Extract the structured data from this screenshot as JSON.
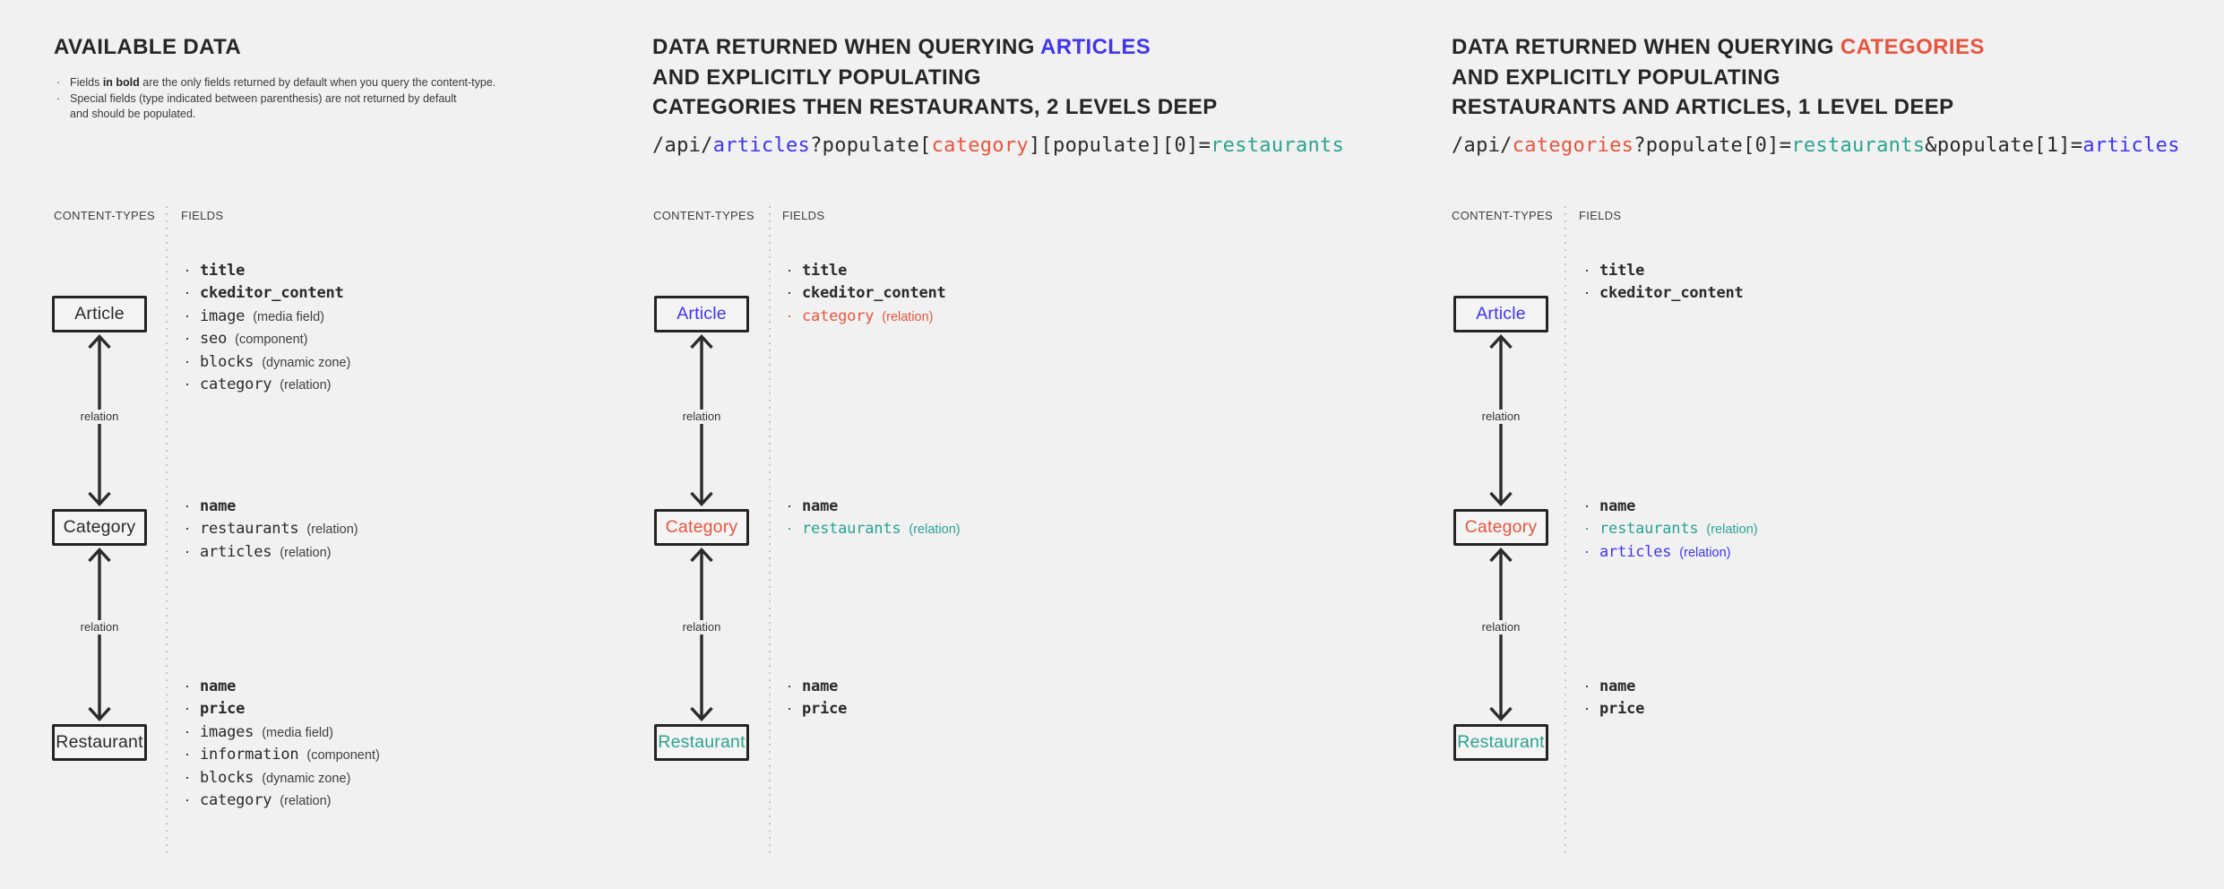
{
  "colors": {
    "background": "#f1f1f1",
    "ink": "#2a2a2a",
    "muted": "#3f3f3f",
    "blue": "#4035f0",
    "red": "#e8553f",
    "teal": "#2aa48e",
    "arrow": "#2b2b2b",
    "border": "#242424",
    "divider": "#c6c6c6"
  },
  "shared": {
    "content_types_label": "CONTENT-TYPES",
    "fields_label": "FIELDS",
    "relation_label": "relation",
    "bullet_glyph": "·"
  },
  "panels": [
    {
      "key": "available-data",
      "title": [
        [
          {
            "text": "AVAILABLE DATA"
          }
        ]
      ],
      "notes": [
        {
          "parts": [
            {
              "text": "Fields "
            },
            {
              "text": "in bold",
              "bold": true
            },
            {
              "text": " are the only fields returned by default when you query the content-type."
            }
          ]
        },
        {
          "parts": [
            {
              "text": "Special fields (type indicated between parenthesis) are not returned by default\nand should be populated."
            }
          ]
        }
      ],
      "url": null,
      "boxes": [
        {
          "label": "Article",
          "color": "ink"
        },
        {
          "label": "Category",
          "color": "ink"
        },
        {
          "label": "Restaurant",
          "color": "ink"
        }
      ],
      "field_groups": [
        {
          "items": [
            {
              "name": "title",
              "bold": true
            },
            {
              "name": "ckeditor_content",
              "bold": true
            },
            {
              "name": "image",
              "type": "(media field)"
            },
            {
              "name": "seo",
              "type": "(component)"
            },
            {
              "name": "blocks",
              "type": "(dynamic zone)"
            },
            {
              "name": "category",
              "type": "(relation)"
            }
          ]
        },
        {
          "items": [
            {
              "name": "name",
              "bold": true
            },
            {
              "name": "restaurants",
              "type": "(relation)"
            },
            {
              "name": "articles",
              "type": "(relation)"
            }
          ]
        },
        {
          "items": [
            {
              "name": "name",
              "bold": true
            },
            {
              "name": "price",
              "bold": true
            },
            {
              "name": "images",
              "type": "(media field)"
            },
            {
              "name": "information",
              "type": "(component)"
            },
            {
              "name": "blocks",
              "type": "(dynamic zone)"
            },
            {
              "name": "category",
              "type": "(relation)"
            }
          ]
        }
      ]
    },
    {
      "key": "query-articles",
      "title": [
        [
          {
            "text": "DATA RETURNED WHEN QUERYING "
          },
          {
            "text": "ARTICLES",
            "color": "blue"
          }
        ],
        [
          {
            "text": "AND EXPLICITLY POPULATING"
          }
        ],
        [
          {
            "text": "CATEGORIES THEN RESTAURANTS, 2 LEVELS DEEP"
          }
        ]
      ],
      "notes": null,
      "url": [
        {
          "text": "/api/"
        },
        {
          "text": "articles",
          "color": "blue"
        },
        {
          "text": "?populate["
        },
        {
          "text": "category",
          "color": "red"
        },
        {
          "text": "][populate][0]="
        },
        {
          "text": "restaurants",
          "color": "teal"
        }
      ],
      "boxes": [
        {
          "label": "Article",
          "color": "blue"
        },
        {
          "label": "Category",
          "color": "red"
        },
        {
          "label": "Restaurant",
          "color": "teal"
        }
      ],
      "field_groups": [
        {
          "items": [
            {
              "name": "title",
              "bold": true
            },
            {
              "name": "ckeditor_content",
              "bold": true
            },
            {
              "name": "category",
              "type": "(relation)",
              "color": "red"
            }
          ]
        },
        {
          "items": [
            {
              "name": "name",
              "bold": true
            },
            {
              "name": "restaurants",
              "type": "(relation)",
              "color": "teal"
            }
          ]
        },
        {
          "items": [
            {
              "name": "name",
              "bold": true
            },
            {
              "name": "price",
              "bold": true
            }
          ]
        }
      ]
    },
    {
      "key": "query-categories",
      "title": [
        [
          {
            "text": "DATA RETURNED WHEN QUERYING "
          },
          {
            "text": "CATEGORIES",
            "color": "red"
          }
        ],
        [
          {
            "text": "AND EXPLICITLY POPULATING"
          }
        ],
        [
          {
            "text": "RESTAURANTS AND ARTICLES, 1 LEVEL DEEP"
          }
        ]
      ],
      "notes": null,
      "url": [
        {
          "text": "/api/"
        },
        {
          "text": "categories",
          "color": "red"
        },
        {
          "text": "?populate[0]="
        },
        {
          "text": "restaurants",
          "color": "teal"
        },
        {
          "text": "&populate[1]="
        },
        {
          "text": "articles",
          "color": "blue"
        }
      ],
      "boxes": [
        {
          "label": "Article",
          "color": "blue"
        },
        {
          "label": "Category",
          "color": "red"
        },
        {
          "label": "Restaurant",
          "color": "teal"
        }
      ],
      "field_groups": [
        {
          "items": [
            {
              "name": "title",
              "bold": true
            },
            {
              "name": "ckeditor_content",
              "bold": true
            }
          ]
        },
        {
          "items": [
            {
              "name": "name",
              "bold": true
            },
            {
              "name": "restaurants",
              "type": "(relation)",
              "color": "teal"
            },
            {
              "name": "articles",
              "type": "(relation)",
              "color": "blue"
            }
          ]
        },
        {
          "items": [
            {
              "name": "name",
              "bold": true
            },
            {
              "name": "price",
              "bold": true
            }
          ]
        }
      ]
    }
  ]
}
